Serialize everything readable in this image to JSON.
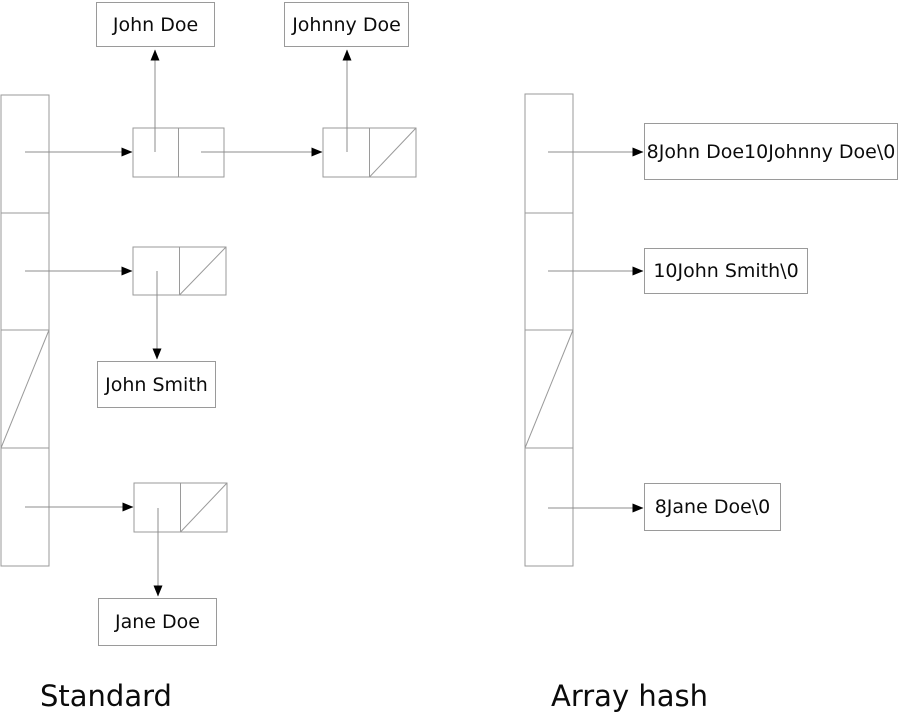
{
  "diagram": {
    "standard": {
      "caption": "Standard",
      "records": [
        {
          "label": "John Doe"
        },
        {
          "label": "Johnny Doe"
        },
        {
          "label": "John Smith"
        },
        {
          "label": "Jane Doe"
        }
      ]
    },
    "array_hash": {
      "caption": "Array hash",
      "strings": [
        {
          "label": "8John Doe10Johnny Doe\\0"
        },
        {
          "label": "10John Smith\\0"
        },
        {
          "label": "8Jane Doe\\0"
        }
      ]
    },
    "colors": {
      "line_gray": "#8c8c8c",
      "border_gray": "#9a9a9a",
      "arrowhead_black": "#000000",
      "text": "#0b0b0b",
      "background": "#ffffff"
    }
  }
}
